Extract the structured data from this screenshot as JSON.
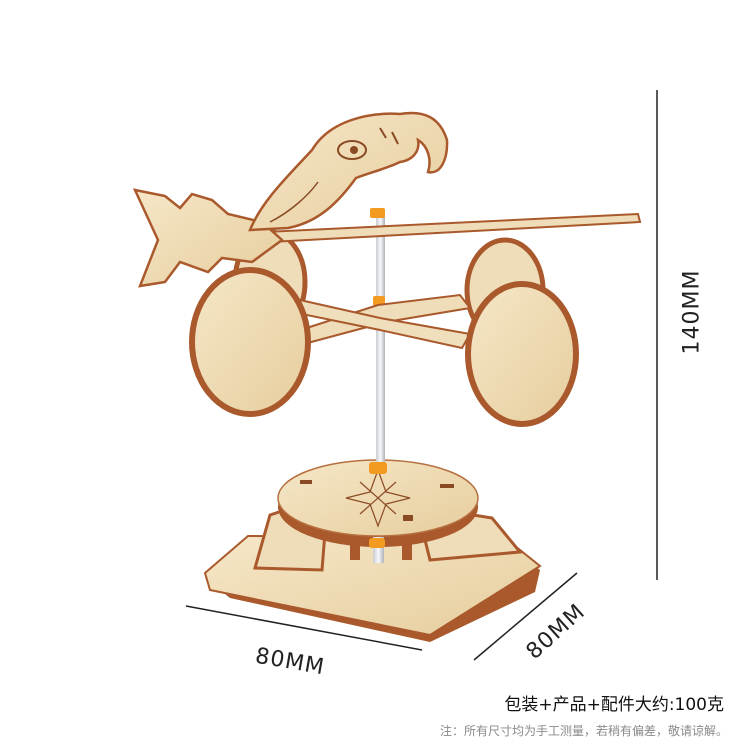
{
  "dimensions": {
    "height": "140MM",
    "width": "80MM",
    "depth": "80MM"
  },
  "notes": {
    "weight": "包装+产品+配件大约:100克",
    "disclaimer": "注：所有尺寸均为手工测量，若稍有偏差，敬请谅解。"
  },
  "colors": {
    "wood_light": "#f3e2c2",
    "wood_mid": "#e9d2a6",
    "wood_edge": "#a9592c",
    "accent_orange": "#f39a21"
  }
}
